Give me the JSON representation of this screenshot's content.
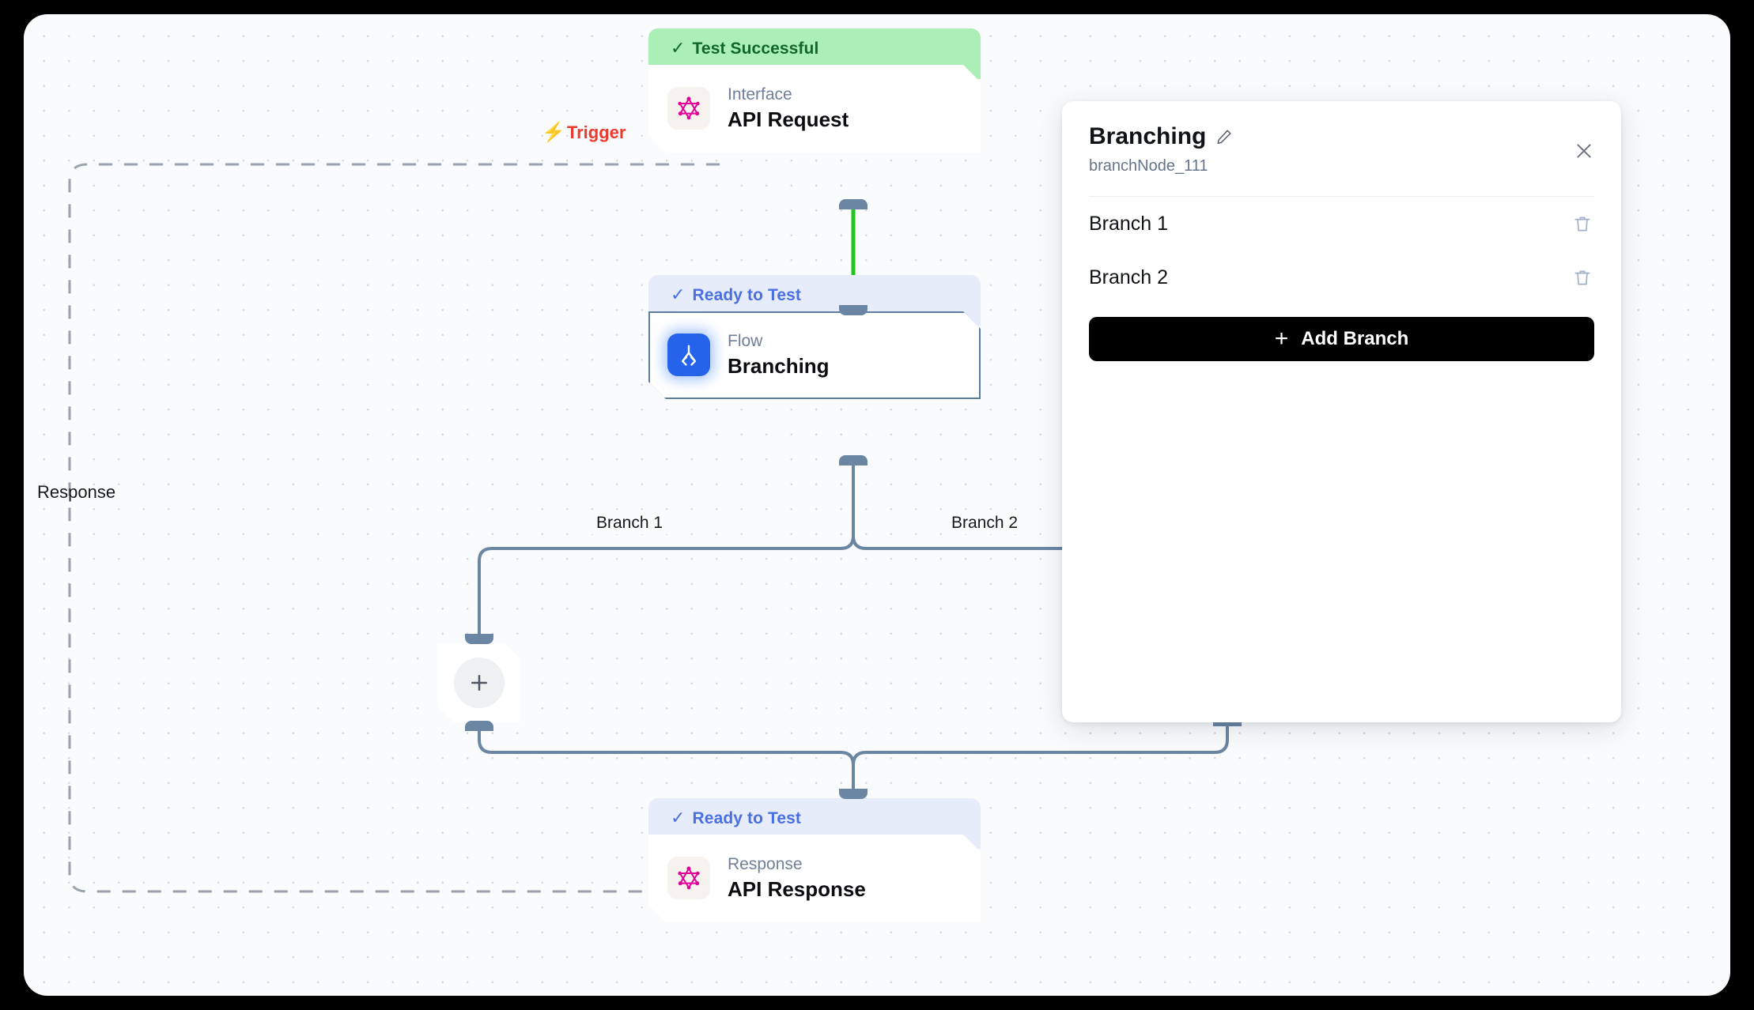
{
  "canvas": {
    "trigger_label": "Trigger",
    "response_label": "Response",
    "branch_edge_labels": [
      "Branch 1",
      "Branch 2"
    ],
    "plus_button_label": "+"
  },
  "nodes": [
    {
      "id": "apiRequest",
      "status": "Test Successful",
      "status_type": "success",
      "kind": "Interface",
      "title": "API Request",
      "icon": "graphql-icon"
    },
    {
      "id": "branchNode_111",
      "status": "Ready to Test",
      "status_type": "ready",
      "kind": "Flow",
      "title": "Branching",
      "icon": "branch-flow-icon",
      "selected": true
    },
    {
      "id": "apiResponse",
      "status": "Ready to Test",
      "status_type": "ready",
      "kind": "Response",
      "title": "API Response",
      "icon": "graphql-icon"
    }
  ],
  "panel": {
    "title": "Branching",
    "subtitle": "branchNode_111",
    "edit_icon": "pencil-icon",
    "close_icon": "close-icon",
    "branches": [
      {
        "name": "Branch 1",
        "delete_icon": "trash-icon"
      },
      {
        "name": "Branch 2",
        "delete_icon": "trash-icon"
      }
    ],
    "add_branch_label": "Add Branch",
    "add_branch_icon": "plus-icon"
  },
  "colors": {
    "success_bg": "#abeeb6",
    "success_text": "#11662a",
    "ready_bg": "#e7ecfb",
    "ready_text": "#4a6fe0",
    "trigger_red": "#ec3b2e",
    "edge_green": "#22c41e",
    "edge_slate": "#6b86a3",
    "accent_blue": "#2563eb",
    "graphql_pink": "#e10098",
    "button_black": "#000000"
  }
}
